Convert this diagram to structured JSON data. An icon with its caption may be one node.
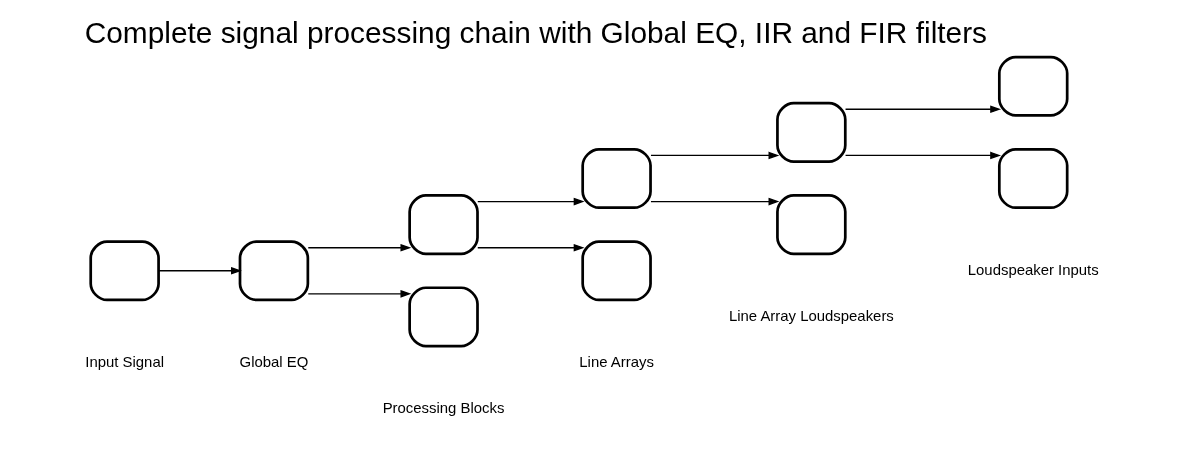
{
  "diagram": {
    "title": "Complete signal processing chain with Global EQ, IIR and FIR filters",
    "nodes": [
      {
        "text": [],
        "shape": "box"
      },
      {
        "text": [],
        "shape": "box"
      },
      {
        "text": [],
        "shape": "box"
      },
      {
        "text": [],
        "shape": "box"
      },
      {
        "text": [],
        "shape": "box"
      },
      {
        "text": [],
        "shape": "box"
      },
      {
        "text": [],
        "shape": "box"
      },
      {
        "text": [],
        "shape": "box"
      },
      {
        "text": [],
        "shape": "box"
      },
      {
        "text": [],
        "shape": "box"
      }
    ],
    "edges": [
      {
        "from": 0,
        "to": 1,
        "arrow": "to"
      },
      {
        "from": 1,
        "to": 2,
        "arrow": "to"
      },
      {
        "from": 1,
        "to": 3,
        "arrow": "to"
      },
      {
        "from": 2,
        "to": 4,
        "arrow": "to"
      },
      {
        "from": 2,
        "to": 5,
        "arrow": "to"
      },
      {
        "from": 4,
        "to": 6,
        "arrow": "to"
      },
      {
        "from": 4,
        "to": 7,
        "arrow": "to"
      },
      {
        "from": 6,
        "to": 8,
        "arrow": "to"
      },
      {
        "from": 6,
        "to": 9,
        "arrow": "to"
      }
    ],
    "labels": [
      "Input Signal",
      "Global EQ",
      "Processing Blocks",
      "Line Arrays",
      "Line Array Loudspeakers",
      "Loudspeaker Inputs"
    ]
  }
}
